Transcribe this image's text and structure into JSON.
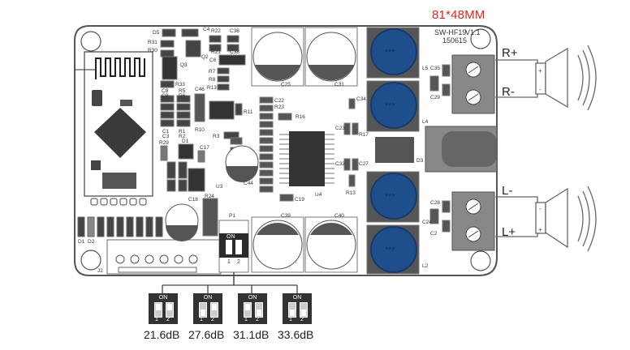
{
  "title": "81*48MM",
  "board": {
    "model": "SW-HF19",
    "version": "V1.1",
    "date": "150615",
    "title_color": "#e3231c",
    "pcb_color": "#ffffff",
    "component_color": "#333333",
    "inductor_color": "#1f4e8c"
  },
  "outputs": {
    "right": {
      "plus": "R+",
      "minus": "R-"
    },
    "left": {
      "minus": "L-",
      "plus": "L+"
    },
    "speaker_pin_plus": "+",
    "speaker_pin_minus": "-"
  },
  "labels": {
    "top_left": [
      "D5",
      "R31",
      "R30",
      "Q3",
      "R33",
      "C8",
      "C9",
      "R5",
      "R6",
      "C46",
      "C4",
      "R22",
      "C36",
      "Q2",
      "R21",
      "C38",
      "C6",
      "R7",
      "R8",
      "R13"
    ],
    "middle": [
      "C1",
      "C3",
      "R1",
      "R2",
      "R10",
      "R3",
      "R11",
      "R29",
      "D1",
      "C17",
      "U3",
      "C18",
      "R24",
      "C22",
      "R23",
      "R16",
      "C44",
      "U4",
      "C19"
    ],
    "caps": [
      "C25",
      "C31",
      "C39",
      "C40"
    ],
    "right_side": [
      "C34",
      "C23",
      "R17",
      "C32",
      "C27",
      "R13",
      "L4",
      "L5",
      "C35",
      "C29",
      "C24",
      "C28",
      "C2",
      "L2",
      "D3"
    ],
    "connectors": [
      "J2",
      "P1",
      "D1",
      "D2"
    ],
    "inductor_mark": "***"
  },
  "dip_switch": {
    "on_label": "ON",
    "pin1": "1",
    "pin2": "2"
  },
  "gain_settings": [
    {
      "label": "21.6dB",
      "switch1": "off",
      "switch2": "off"
    },
    {
      "label": "27.6dB",
      "switch1": "on",
      "switch2": "off"
    },
    {
      "label": "31.1dB",
      "switch1": "off",
      "switch2": "on"
    },
    {
      "label": "33.6dB",
      "switch1": "on",
      "switch2": "on"
    }
  ]
}
